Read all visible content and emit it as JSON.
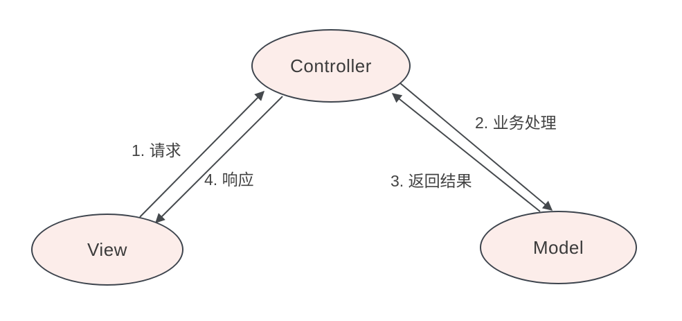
{
  "diagram": {
    "type": "mvc-flow-diagram",
    "background": "#ffffff"
  },
  "nodes": [
    {
      "id": "controller",
      "label": "Controller"
    },
    {
      "id": "view",
      "label": "View"
    },
    {
      "id": "model",
      "label": "Model"
    }
  ],
  "edges": [
    {
      "id": "request",
      "label": "1. 请求",
      "from": "View",
      "to": "Controller"
    },
    {
      "id": "business",
      "label": "2. 业务处理",
      "from": "Controller",
      "to": "Model"
    },
    {
      "id": "result",
      "label": "3. 返回结果",
      "from": "Model",
      "to": "Controller"
    },
    {
      "id": "response",
      "label": "4. 响应",
      "from": "Controller",
      "to": "View"
    }
  ],
  "colors": {
    "node_fill": "#fcedea",
    "node_border": "#3d444d",
    "edge_stroke": "#45494d",
    "node_text": "#3b3b3b",
    "edge_label_text": "#424242"
  }
}
